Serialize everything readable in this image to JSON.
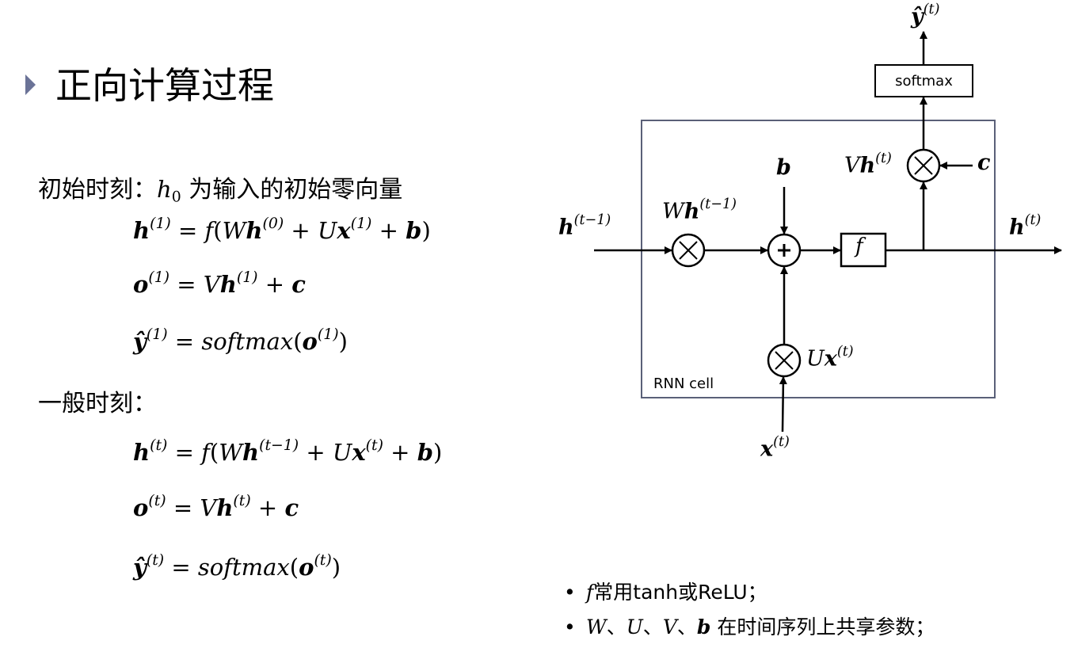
{
  "title": "正向计算过程",
  "initial": {
    "label": "初始时刻：",
    "suffix": " 为输入的初始零向量",
    "h0": [
      {
        "t": "h",
        "s": "i"
      },
      {
        "t": "0",
        "s": "sub"
      }
    ],
    "equations": [
      [
        {
          "t": "h",
          "s": "b"
        },
        {
          "t": "(1)",
          "s": "sup"
        },
        {
          "t": " = ",
          "s": "r"
        },
        {
          "t": "f",
          "s": "i"
        },
        {
          "t": "(",
          "s": "r"
        },
        {
          "t": "W",
          "s": "i"
        },
        {
          "t": "h",
          "s": "b"
        },
        {
          "t": "(0)",
          "s": "sup"
        },
        {
          "t": " + ",
          "s": "r"
        },
        {
          "t": "U",
          "s": "i"
        },
        {
          "t": "x",
          "s": "b"
        },
        {
          "t": "(1)",
          "s": "sup"
        },
        {
          "t": " + ",
          "s": "r"
        },
        {
          "t": "b",
          "s": "b"
        },
        {
          "t": ")",
          "s": "r"
        }
      ],
      [
        {
          "t": "o",
          "s": "b"
        },
        {
          "t": "(1)",
          "s": "sup"
        },
        {
          "t": " = ",
          "s": "r"
        },
        {
          "t": "V",
          "s": "i"
        },
        {
          "t": "h",
          "s": "b"
        },
        {
          "t": "(1)",
          "s": "sup"
        },
        {
          "t": " + ",
          "s": "r"
        },
        {
          "t": "c",
          "s": "b"
        }
      ],
      [
        {
          "t": "ŷ",
          "s": "b"
        },
        {
          "t": "(1)",
          "s": "sup"
        },
        {
          "t": " = ",
          "s": "r"
        },
        {
          "t": "softmax",
          "s": "i"
        },
        {
          "t": "(",
          "s": "r"
        },
        {
          "t": "o",
          "s": "b"
        },
        {
          "t": "(1)",
          "s": "sup"
        },
        {
          "t": ")",
          "s": "r"
        }
      ]
    ]
  },
  "general": {
    "label": "一般时刻：",
    "equations": [
      [
        {
          "t": "h",
          "s": "b"
        },
        {
          "t": "(t)",
          "s": "sup"
        },
        {
          "t": " = ",
          "s": "r"
        },
        {
          "t": "f",
          "s": "i"
        },
        {
          "t": "(",
          "s": "r"
        },
        {
          "t": "W",
          "s": "i"
        },
        {
          "t": "h",
          "s": "b"
        },
        {
          "t": "(t−1)",
          "s": "sup"
        },
        {
          "t": " + ",
          "s": "r"
        },
        {
          "t": "U",
          "s": "i"
        },
        {
          "t": "x",
          "s": "b"
        },
        {
          "t": "(t)",
          "s": "sup"
        },
        {
          "t": " + ",
          "s": "r"
        },
        {
          "t": "b",
          "s": "b"
        },
        {
          "t": ")",
          "s": "r"
        }
      ],
      [
        {
          "t": "o",
          "s": "b"
        },
        {
          "t": "(t)",
          "s": "sup"
        },
        {
          "t": " = ",
          "s": "r"
        },
        {
          "t": "V",
          "s": "i"
        },
        {
          "t": "h",
          "s": "b"
        },
        {
          "t": "(t)",
          "s": "sup"
        },
        {
          "t": " + ",
          "s": "r"
        },
        {
          "t": "c",
          "s": "b"
        }
      ],
      [
        {
          "t": "ŷ",
          "s": "b"
        },
        {
          "t": "(t)",
          "s": "sup"
        },
        {
          "t": " = ",
          "s": "r"
        },
        {
          "t": "softmax",
          "s": "i"
        },
        {
          "t": "(",
          "s": "r"
        },
        {
          "t": "o",
          "s": "b"
        },
        {
          "t": "(t)",
          "s": "sup"
        },
        {
          "t": ")",
          "s": "r"
        }
      ]
    ]
  },
  "diagram": {
    "cell_label": "RNN cell",
    "softmax_label": "softmax",
    "f_label": "f",
    "labels": {
      "h_prev": [
        {
          "t": "h",
          "s": "b"
        },
        {
          "t": "(t−1)",
          "s": "sup"
        }
      ],
      "wh": [
        {
          "t": "W",
          "s": "i"
        },
        {
          "t": "h",
          "s": "b"
        },
        {
          "t": "(t−1)",
          "s": "sup"
        }
      ],
      "b": [
        {
          "t": "b",
          "s": "b"
        }
      ],
      "vh": [
        {
          "t": "V",
          "s": "i"
        },
        {
          "t": "h",
          "s": "b"
        },
        {
          "t": "(t)",
          "s": "sup"
        }
      ],
      "c": [
        {
          "t": "c",
          "s": "b"
        }
      ],
      "h_t": [
        {
          "t": "h",
          "s": "b"
        },
        {
          "t": "(t)",
          "s": "sup"
        }
      ],
      "ux": [
        {
          "t": "U",
          "s": "i"
        },
        {
          "t": "x",
          "s": "b"
        },
        {
          "t": "(t)",
          "s": "sup"
        }
      ],
      "x_t": [
        {
          "t": "x",
          "s": "b"
        },
        {
          "t": "(t)",
          "s": "sup"
        }
      ],
      "y_hat": [
        {
          "t": "ŷ",
          "s": "b"
        },
        {
          "t": "(t)",
          "s": "sup"
        }
      ]
    }
  },
  "bullets": [
    {
      "math": [
        {
          "t": "f",
          "s": "i"
        }
      ],
      "text": "常用tanh或ReLU；"
    },
    {
      "math": [
        {
          "t": "W",
          "s": "i"
        },
        {
          "t": "、",
          "s": "r"
        },
        {
          "t": "U",
          "s": "i"
        },
        {
          "t": "、",
          "s": "r"
        },
        {
          "t": "V",
          "s": "i"
        },
        {
          "t": "、",
          "s": "r"
        },
        {
          "t": "b",
          "s": "b"
        }
      ],
      "text": " 在时间序列上共享参数；"
    }
  ]
}
